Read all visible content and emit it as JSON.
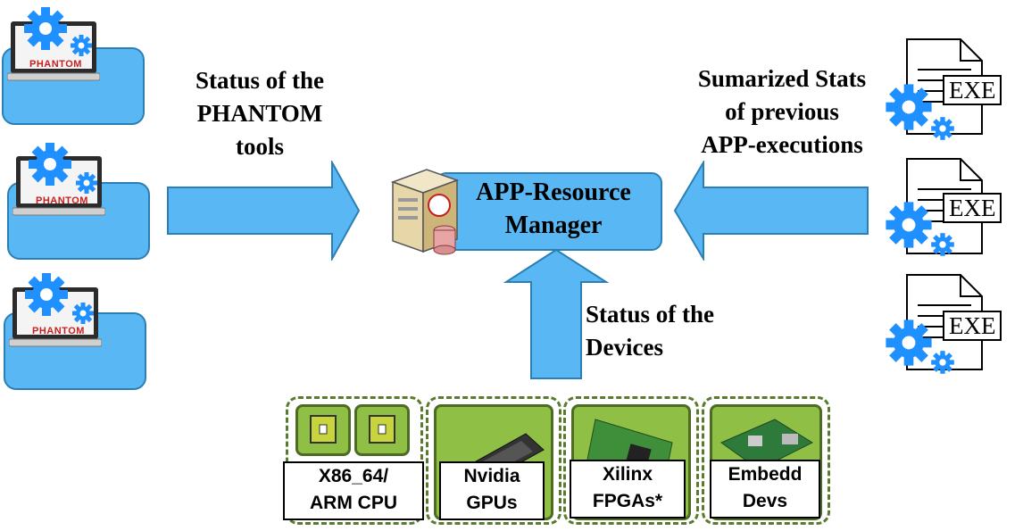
{
  "labels": {
    "status_tools": "Status of the\nPHANTOM\ntools",
    "summarized_stats": "Sumarized Stats\nof previous\nAPP-executions",
    "status_devices": "Status of the\nDevices",
    "manager": "APP-Resource\nManager"
  },
  "laptops": [
    {
      "brand": "PHANTOM"
    },
    {
      "brand": "PHANTOM"
    },
    {
      "brand": "PHANTOM"
    }
  ],
  "executables": [
    {
      "label": "EXE"
    },
    {
      "label": "EXE"
    },
    {
      "label": "EXE"
    }
  ],
  "devices": [
    {
      "label": "X86_64/\nARM CPU",
      "icon": "cpu-chip-icon"
    },
    {
      "label": "Nvidia\nGPUs",
      "icon": "gpu-card-icon"
    },
    {
      "label": "Xilinx\nFPGAs*",
      "icon": "fpga-board-icon"
    },
    {
      "label": "Embedd\nDevs",
      "icon": "embedded-board-icon"
    }
  ],
  "colors": {
    "box_blue": "#59b8f3",
    "gear_blue": "#1e90ff",
    "device_green": "#8fbf45",
    "device_border": "#5a7a2e"
  }
}
